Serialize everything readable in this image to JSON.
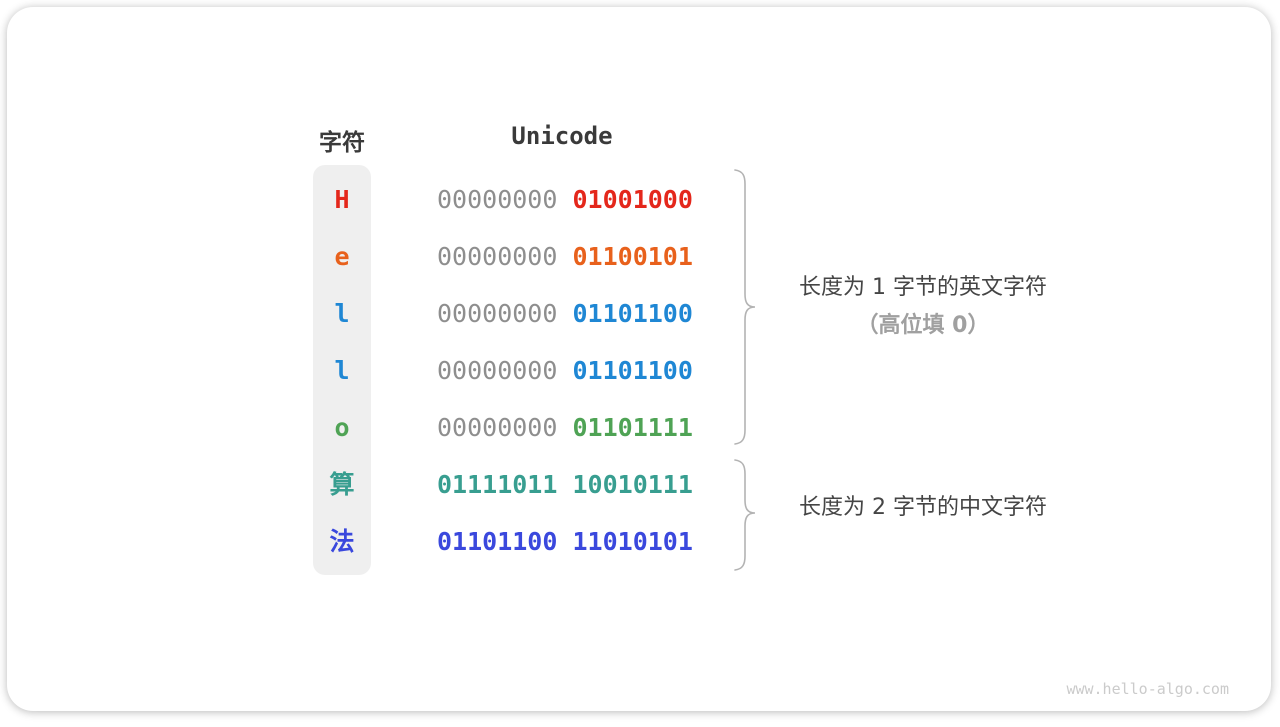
{
  "table": {
    "char_header": "字符",
    "code_header": "Unicode",
    "muted_color": "#8e8e8e",
    "rows": [
      {
        "char": "H",
        "byte1": "00000000",
        "byte2": "01001000",
        "color": "#e4271b",
        "byte1_muted": true
      },
      {
        "char": "e",
        "byte1": "00000000",
        "byte2": "01100101",
        "color": "#e8611c",
        "byte1_muted": true
      },
      {
        "char": "l",
        "byte1": "00000000",
        "byte2": "01101100",
        "color": "#1f87d4",
        "byte1_muted": true
      },
      {
        "char": "l",
        "byte1": "00000000",
        "byte2": "01101100",
        "color": "#1f87d4",
        "byte1_muted": true
      },
      {
        "char": "o",
        "byte1": "00000000",
        "byte2": "01101111",
        "color": "#4fa355",
        "byte1_muted": true
      },
      {
        "char": "算",
        "byte1": "01111011",
        "byte2": "10010111",
        "color": "#389e90",
        "byte1_muted": false
      },
      {
        "char": "法",
        "byte1": "01101100",
        "byte2": "11010101",
        "color": "#3a48dd",
        "byte1_muted": false
      }
    ]
  },
  "annotations": {
    "group1_line1": "长度为 1 字节的英文字符",
    "group1_line2": "（高位填 0）",
    "group2_line1": "长度为 2 字节的中文字符",
    "brace_color": "#b3b3b3"
  },
  "watermark": "www.hello-algo.com"
}
